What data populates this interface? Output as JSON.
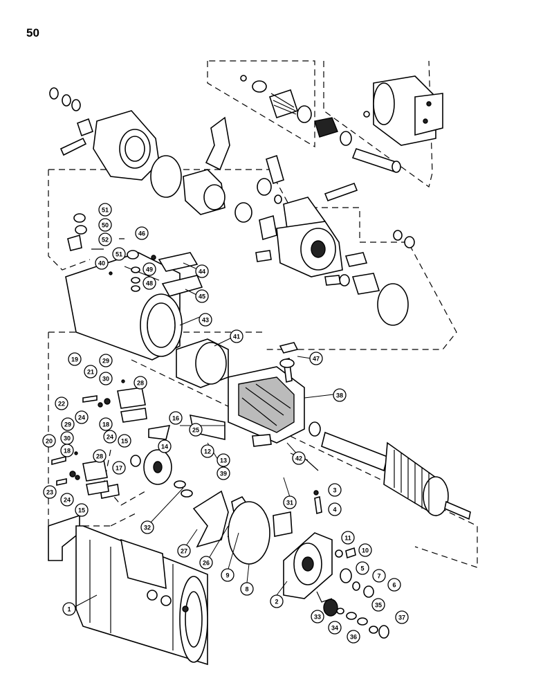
{
  "page_number": "50",
  "callouts": [
    {
      "id": "c1",
      "label": "1"
    },
    {
      "id": "c2",
      "label": "2"
    },
    {
      "id": "c3",
      "label": "3"
    },
    {
      "id": "c4",
      "label": "4"
    },
    {
      "id": "c5",
      "label": "5"
    },
    {
      "id": "c6",
      "label": "6"
    },
    {
      "id": "c7",
      "label": "7"
    },
    {
      "id": "c8",
      "label": "8"
    },
    {
      "id": "c9",
      "label": "9"
    },
    {
      "id": "c10",
      "label": "10"
    },
    {
      "id": "c11",
      "label": "11"
    },
    {
      "id": "c12",
      "label": "12"
    },
    {
      "id": "c13",
      "label": "13"
    },
    {
      "id": "c14",
      "label": "14"
    },
    {
      "id": "c15a",
      "label": "15"
    },
    {
      "id": "c15b",
      "label": "15"
    },
    {
      "id": "c16",
      "label": "16"
    },
    {
      "id": "c17",
      "label": "17"
    },
    {
      "id": "c18a",
      "label": "18"
    },
    {
      "id": "c18b",
      "label": "18"
    },
    {
      "id": "c19",
      "label": "19"
    },
    {
      "id": "c20",
      "label": "20"
    },
    {
      "id": "c21",
      "label": "21"
    },
    {
      "id": "c22",
      "label": "22"
    },
    {
      "id": "c23",
      "label": "23"
    },
    {
      "id": "c24a",
      "label": "24"
    },
    {
      "id": "c24b",
      "label": "24"
    },
    {
      "id": "c24c",
      "label": "24"
    },
    {
      "id": "c25",
      "label": "25"
    },
    {
      "id": "c26",
      "label": "26"
    },
    {
      "id": "c27",
      "label": "27"
    },
    {
      "id": "c28a",
      "label": "28"
    },
    {
      "id": "c28b",
      "label": "28"
    },
    {
      "id": "c29a",
      "label": "29"
    },
    {
      "id": "c29b",
      "label": "29"
    },
    {
      "id": "c30a",
      "label": "30"
    },
    {
      "id": "c30b",
      "label": "30"
    },
    {
      "id": "c31",
      "label": "31"
    },
    {
      "id": "c32",
      "label": "32"
    },
    {
      "id": "c33",
      "label": "33"
    },
    {
      "id": "c34",
      "label": "34"
    },
    {
      "id": "c35",
      "label": "35"
    },
    {
      "id": "c36",
      "label": "36"
    },
    {
      "id": "c37",
      "label": "37"
    },
    {
      "id": "c38",
      "label": "38"
    },
    {
      "id": "c39",
      "label": "39"
    },
    {
      "id": "c40",
      "label": "40"
    },
    {
      "id": "c41",
      "label": "41"
    },
    {
      "id": "c42",
      "label": "42"
    },
    {
      "id": "c43",
      "label": "43"
    },
    {
      "id": "c44",
      "label": "44"
    },
    {
      "id": "c45",
      "label": "45"
    },
    {
      "id": "c46",
      "label": "46"
    },
    {
      "id": "c47",
      "label": "47"
    },
    {
      "id": "c48",
      "label": "48"
    },
    {
      "id": "c49",
      "label": "49"
    },
    {
      "id": "c50",
      "label": "50"
    },
    {
      "id": "c51a",
      "label": "51"
    },
    {
      "id": "c51b",
      "label": "51"
    },
    {
      "id": "c52",
      "label": "52"
    }
  ]
}
